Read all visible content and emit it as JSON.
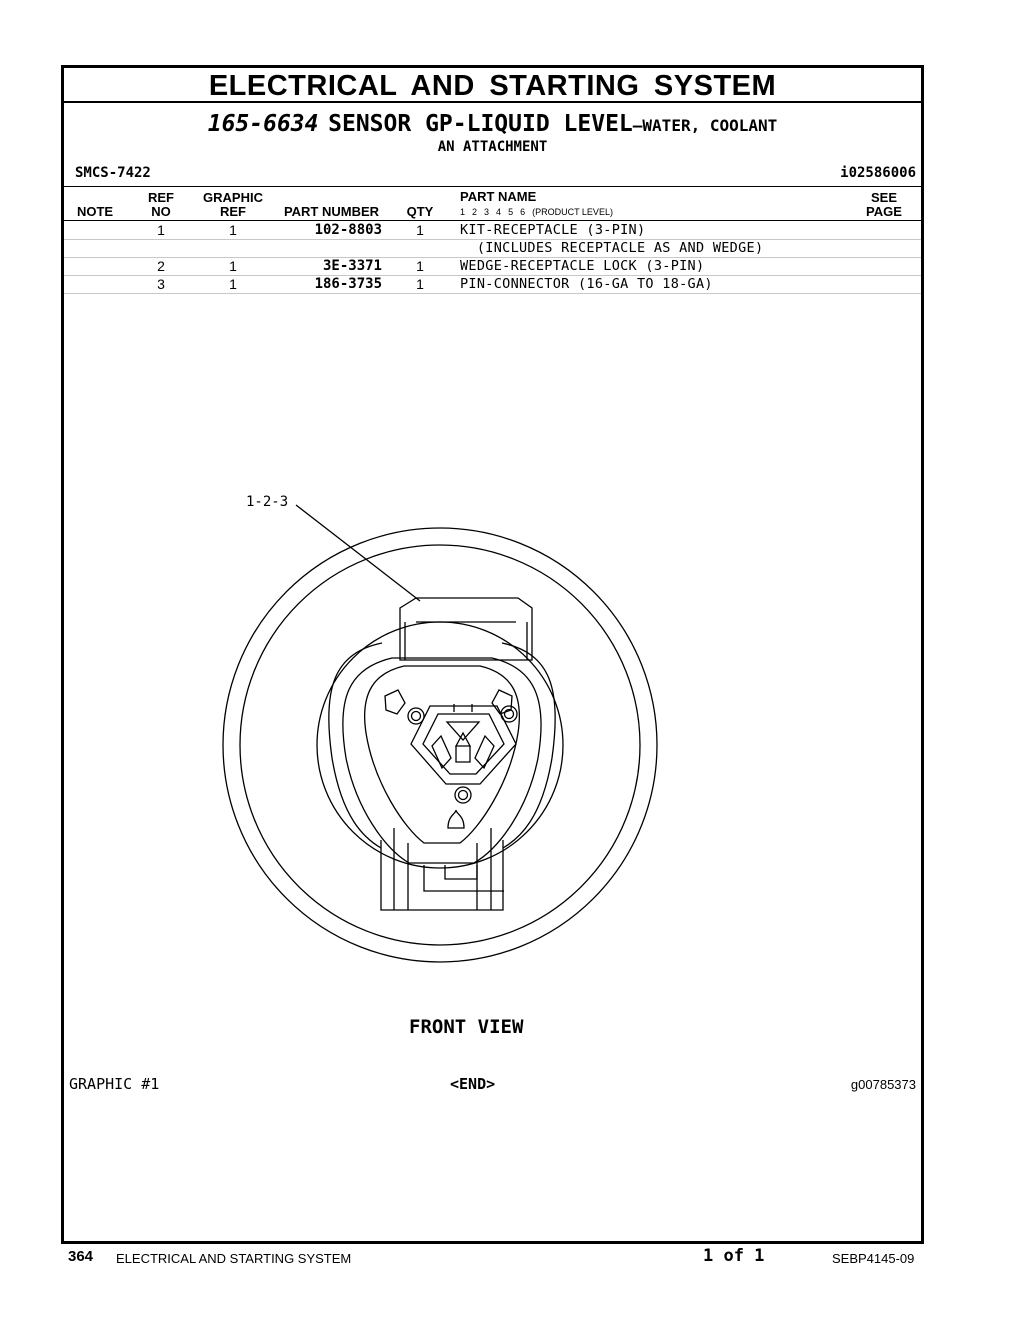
{
  "section_title": "ELECTRICAL AND STARTING SYSTEM",
  "group": {
    "part_number": "165-6634",
    "name": "SENSOR GP-LIQUID LEVEL",
    "suffix": "—WATER, COOLANT",
    "attachment": "AN ATTACHMENT",
    "smcs": "SMCS-7422",
    "ident": "i02586006"
  },
  "columns": {
    "note": "NOTE",
    "ref_no": [
      "REF",
      "NO"
    ],
    "graphic_ref": [
      "GRAPHIC",
      "REF"
    ],
    "part_number": "PART NUMBER",
    "qty": "QTY",
    "part_name": "PART NAME",
    "product_levels": [
      "1",
      "2",
      "3",
      "4",
      "5",
      "6"
    ],
    "product_level_label": "(PRODUCT LEVEL)",
    "see_page": [
      "SEE",
      "PAGE"
    ]
  },
  "parts": [
    {
      "ref": "1",
      "graphic": "1",
      "part_number": "102-8803",
      "qty": "1",
      "name": "KIT-RECEPTACLE (3-PIN)"
    },
    {
      "ref": "",
      "graphic": "",
      "part_number": "",
      "qty": "",
      "name": "  (INCLUDES RECEPTACLE AS AND WEDGE)"
    },
    {
      "ref": "2",
      "graphic": "1",
      "part_number": "3E-3371",
      "qty": "1",
      "name": "WEDGE-RECEPTACLE LOCK (3-PIN)"
    },
    {
      "ref": "3",
      "graphic": "1",
      "part_number": "186-3735",
      "qty": "1",
      "name": "PIN-CONNECTOR (16-GA TO 18-GA)"
    }
  ],
  "illustration": {
    "callout": "1-2-3",
    "view_label": "FRONT VIEW",
    "graphic_label": "GRAPHIC #1",
    "end_label": "<END>",
    "graphic_number": "g00785373"
  },
  "footer": {
    "page_number": "364",
    "section": "ELECTRICAL AND STARTING SYSTEM",
    "page_of": "1 of 1",
    "document": "SEBP4145-09"
  }
}
